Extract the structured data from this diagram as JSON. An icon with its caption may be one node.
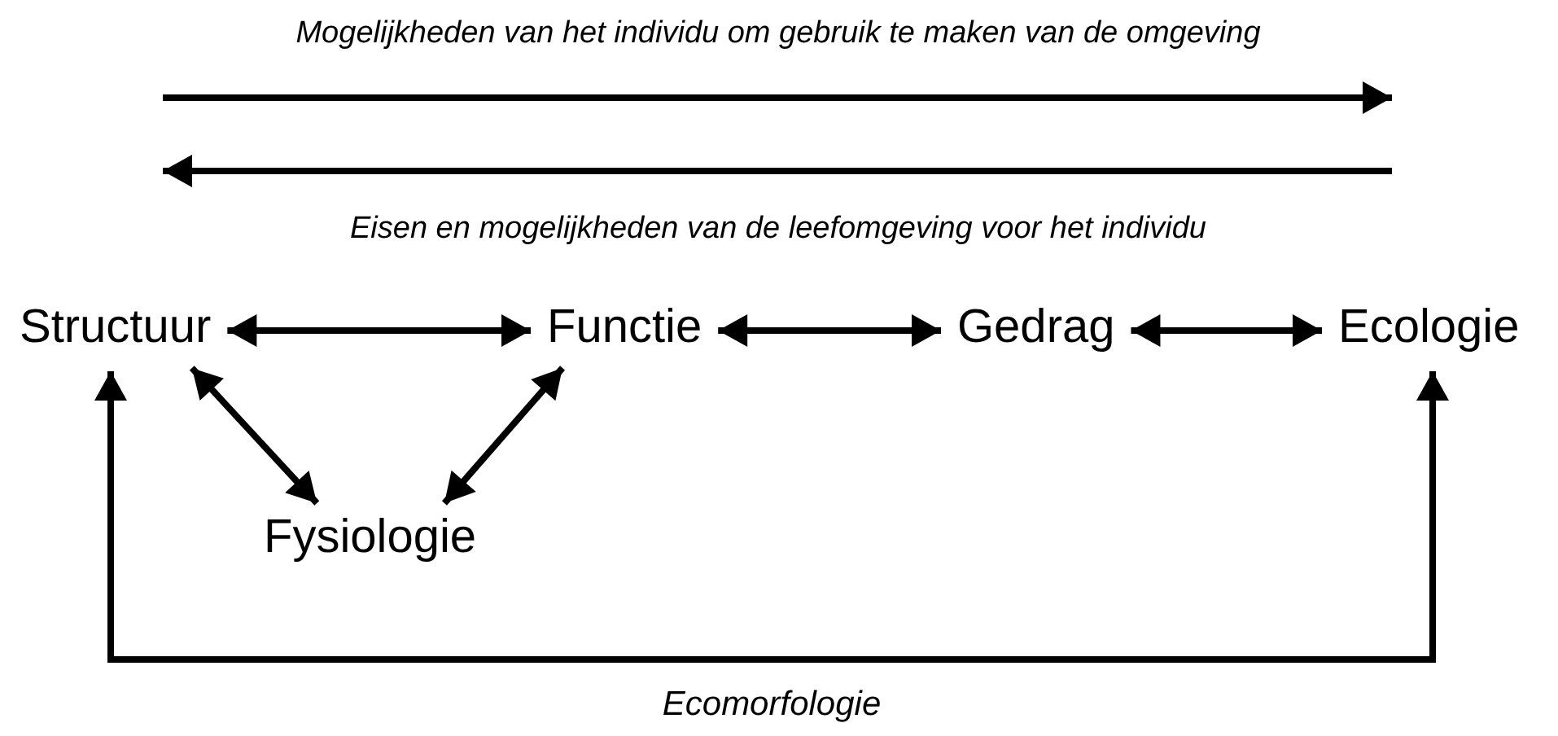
{
  "diagram": {
    "nodes": [
      {
        "text": [
          "Structuur"
        ]
      },
      {
        "text": [
          "Functie"
        ]
      },
      {
        "text": [
          "Gedrag"
        ]
      },
      {
        "text": [
          "Ecologie"
        ]
      },
      {
        "text": [
          "Fysiologie"
        ]
      }
    ],
    "edges": [
      {
        "from": 0,
        "to": 1,
        "arrow": "both"
      },
      {
        "from": 1,
        "to": 2,
        "arrow": "both"
      },
      {
        "from": 2,
        "to": 3,
        "arrow": "both"
      },
      {
        "from": 0,
        "to": 4,
        "arrow": "both"
      },
      {
        "from": 1,
        "to": 4,
        "arrow": "both"
      },
      {
        "from": 0,
        "to": 3,
        "arrow": "both",
        "label": "Ecomorfologie"
      }
    ],
    "labels": [
      "Mogelijkheden van het individu om gebruik te maken van de omgeving",
      "Eisen en mogelijkheden van de leefomgeving voor het individu"
    ]
  }
}
